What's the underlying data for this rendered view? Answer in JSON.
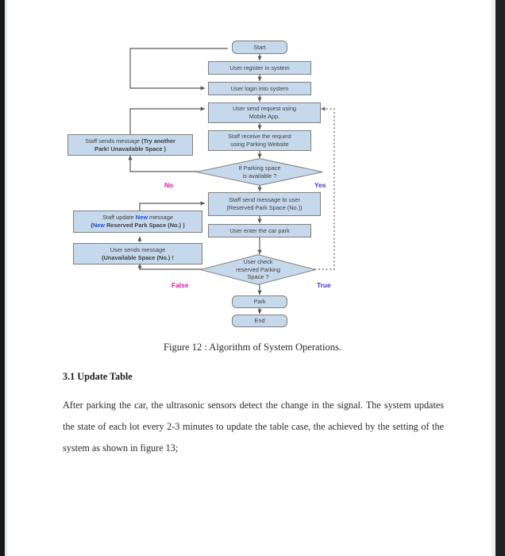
{
  "document": {
    "figure_caption": "Figure 12 : Algorithm of System Operations.",
    "section_heading": "3.1 Update Table",
    "paragraph": "After parking the car, the ultrasonic sensors detect the change in the signal. The system updates the state of each lot every 2-3 minutes to update the table case, the achieved by the setting of the system as shown in figure 13;"
  },
  "flowchart": {
    "title": "Algorithm of System Operations",
    "colors": {
      "node_fill": "#c6d9ec",
      "node_border": "#7f7f7f",
      "connector": "#595959",
      "label_no": "#e0189a",
      "label_yes": "#3b3bc4",
      "highlight_blue": "#1f4fd8"
    },
    "nodes": {
      "start": "Start",
      "register": "User register in system",
      "login": "User login into system",
      "send_request_line1": "User send request using",
      "send_request_line2": "Mobile App.",
      "staff_receive_line1": "Staff receive the request",
      "staff_receive_line2": "using Parking Website",
      "decision1_line1": "If Parking space",
      "decision1_line2": "is available ?",
      "staff_sends_unavailable_line1_plain": "Staff sends message ",
      "staff_sends_unavailable_line1_bold": "(Try another",
      "staff_sends_unavailable_line2_bold": "Park! Unavailable Space )",
      "staff_send_msg_line1": "Staff send message to user",
      "staff_send_msg_line2": "(Reserved Park Space (No.))",
      "staff_update_pre": "Staff update ",
      "staff_update_new": "New",
      "staff_update_post": " message",
      "staff_update_l2_new": "New",
      "staff_update_l2_rest": " Reserved Park Space (No.) )",
      "staff_update_l2_open": "(",
      "user_enter": "User enter the car park",
      "user_sends_line1": "User sends  message",
      "user_sends_line2": "(Unavailable Space (No.) !",
      "decision2_line1": "User check",
      "decision2_line2": "reserved Parking",
      "decision2_line3": "Space ?",
      "park": "Park",
      "end": "End"
    },
    "edge_labels": {
      "no": "No",
      "yes": "Yes",
      "false": "False",
      "true": "True"
    }
  }
}
